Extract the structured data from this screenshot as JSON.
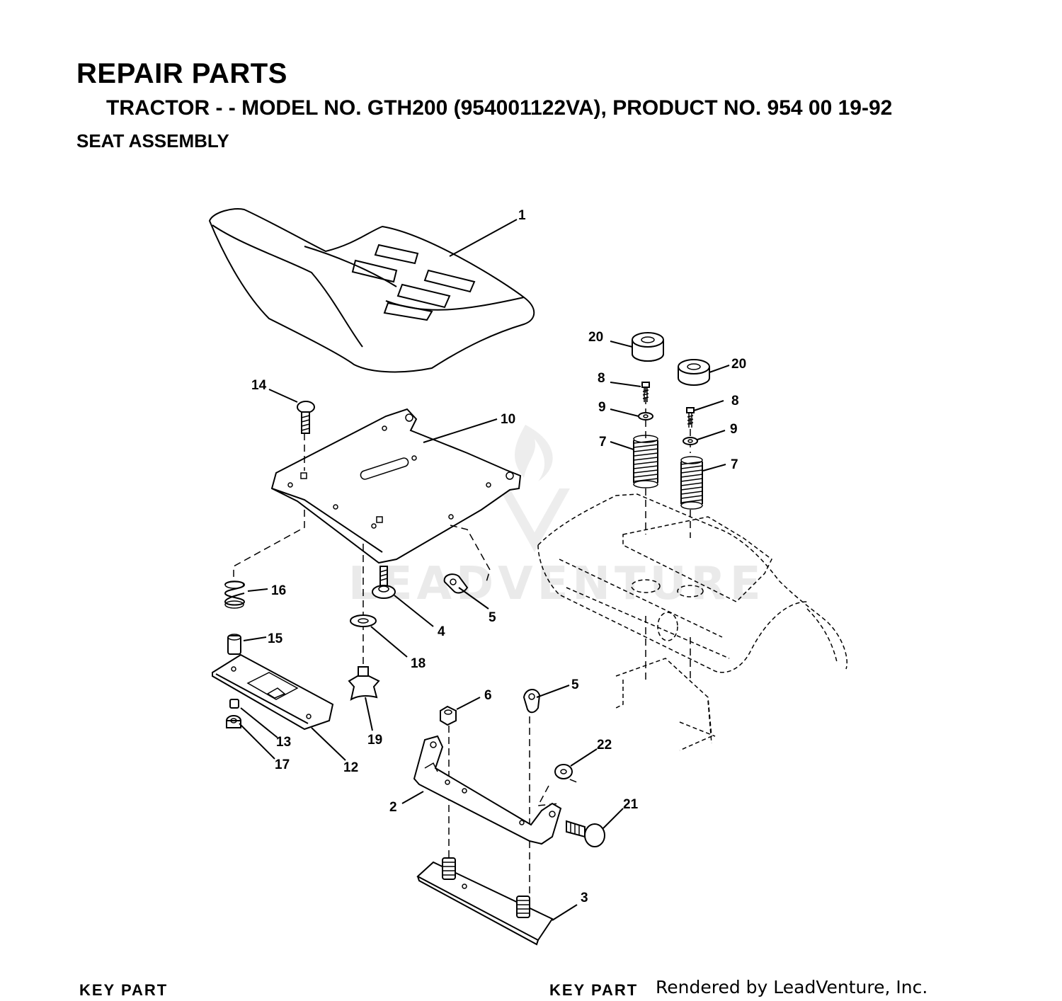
{
  "header": {
    "title": "REPAIR PARTS",
    "subtitle": "TRACTOR - - MODEL NO. GTH200 (954001122VA), PRODUCT NO. 954 00 19-92",
    "section": "SEAT ASSEMBLY"
  },
  "watermark": {
    "text": "LEADVENTURE",
    "icon": "flame-v-logo-icon"
  },
  "callouts": [
    {
      "key": "1",
      "label": "1"
    },
    {
      "key": "2",
      "label": "2"
    },
    {
      "key": "3",
      "label": "3"
    },
    {
      "key": "4",
      "label": "4"
    },
    {
      "key": "5a",
      "label": "5"
    },
    {
      "key": "5b",
      "label": "5"
    },
    {
      "key": "6",
      "label": "6"
    },
    {
      "key": "7a",
      "label": "7"
    },
    {
      "key": "7b",
      "label": "7"
    },
    {
      "key": "8a",
      "label": "8"
    },
    {
      "key": "8b",
      "label": "8"
    },
    {
      "key": "9a",
      "label": "9"
    },
    {
      "key": "9b",
      "label": "9"
    },
    {
      "key": "10",
      "label": "10"
    },
    {
      "key": "12",
      "label": "12"
    },
    {
      "key": "13",
      "label": "13"
    },
    {
      "key": "14",
      "label": "14"
    },
    {
      "key": "15",
      "label": "15"
    },
    {
      "key": "16",
      "label": "16"
    },
    {
      "key": "17",
      "label": "17"
    },
    {
      "key": "18",
      "label": "18"
    },
    {
      "key": "19",
      "label": "19"
    },
    {
      "key": "20a",
      "label": "20"
    },
    {
      "key": "20b",
      "label": "20"
    },
    {
      "key": "21",
      "label": "21"
    },
    {
      "key": "22",
      "label": "22"
    }
  ],
  "footer": {
    "left_cut": "KEY     PART",
    "mid_cut": "KEY     PART",
    "credit": "Rendered by LeadVenture, Inc."
  }
}
